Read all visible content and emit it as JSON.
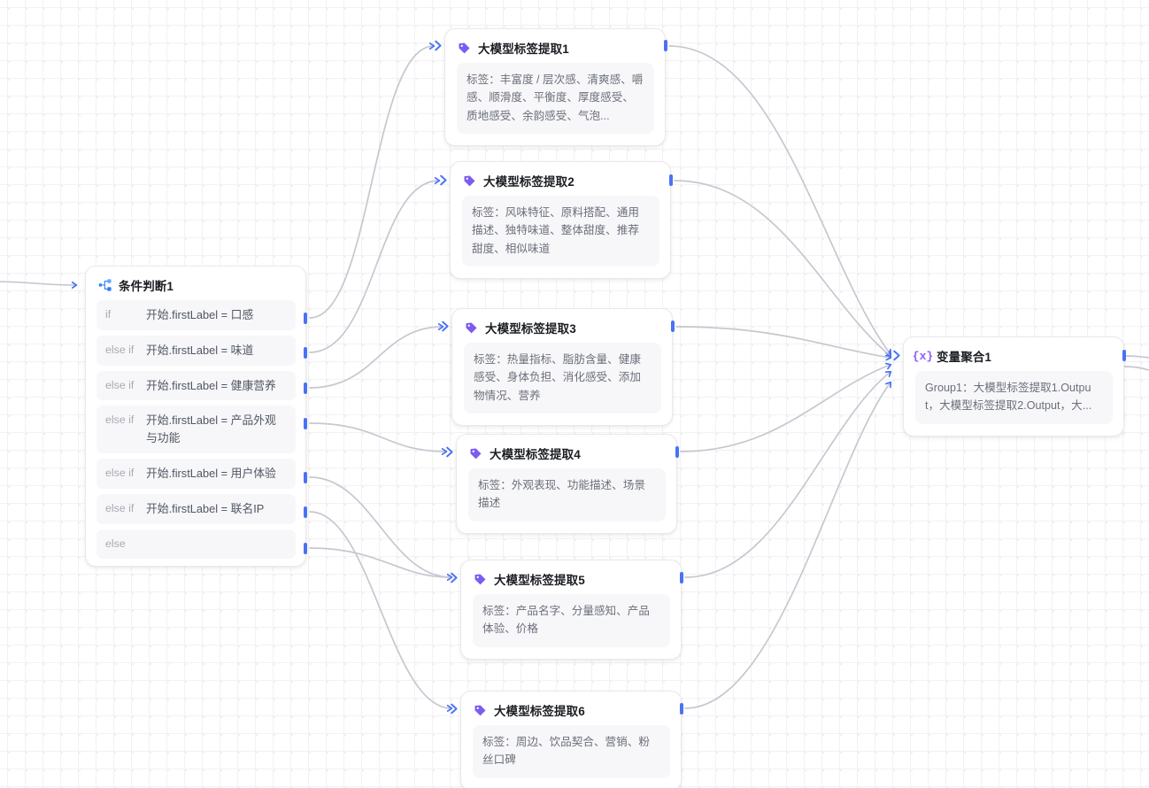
{
  "canvas": {
    "background_color": "#ffffff",
    "grid_color": "#f0f0f2",
    "edge_color": "#c6c8d0",
    "accent_blue": "#4a72f5",
    "accent_purple": "#8b5cf6"
  },
  "nodes": {
    "condition": {
      "title": "条件判断1",
      "icon": "branch-icon",
      "rows": [
        {
          "key": "if",
          "value": "开始.firstLabel = 口感"
        },
        {
          "key": "else if",
          "value": "开始.firstLabel = 味道"
        },
        {
          "key": "else if",
          "value": "开始.firstLabel = 健康营养"
        },
        {
          "key": "else if",
          "value": "开始.firstLabel = 产品外观与功能"
        },
        {
          "key": "else if",
          "value": "开始.firstLabel = 用户体验"
        },
        {
          "key": "else if",
          "value": "开始.firstLabel = 联名IP"
        },
        {
          "key": "else",
          "value": ""
        }
      ]
    },
    "llm": [
      {
        "title": "大模型标签提取1",
        "icon": "tag-icon",
        "body": "标签：丰富度 / 层次感、清爽感、嚼感、顺滑度、平衡度、厚度感受、质地感受、余韵感受、气泡..."
      },
      {
        "title": "大模型标签提取2",
        "icon": "tag-icon",
        "body": "标签：风味特征、原料搭配、通用描述、独特味道、整体甜度、推荐甜度、相似味道"
      },
      {
        "title": "大模型标签提取3",
        "icon": "tag-icon",
        "body": "标签：热量指标、脂肪含量、健康感受、身体负担、消化感受、添加物情况、营养"
      },
      {
        "title": "大模型标签提取4",
        "icon": "tag-icon",
        "body": "标签：外观表现、功能描述、场景描述"
      },
      {
        "title": "大模型标签提取5",
        "icon": "tag-icon",
        "body": "标签：产品名字、分量感知、产品体验、价格"
      },
      {
        "title": "大模型标签提取6",
        "icon": "tag-icon",
        "body": "标签：周边、饮品契合、营销、粉丝口碑"
      }
    ],
    "aggregate": {
      "title": "变量聚合1",
      "icon": "variable-braces-icon",
      "icon_text": "{x}",
      "body": "Group1：大模型标签提取1.Output，大模型标签提取2.Output，大..."
    }
  }
}
